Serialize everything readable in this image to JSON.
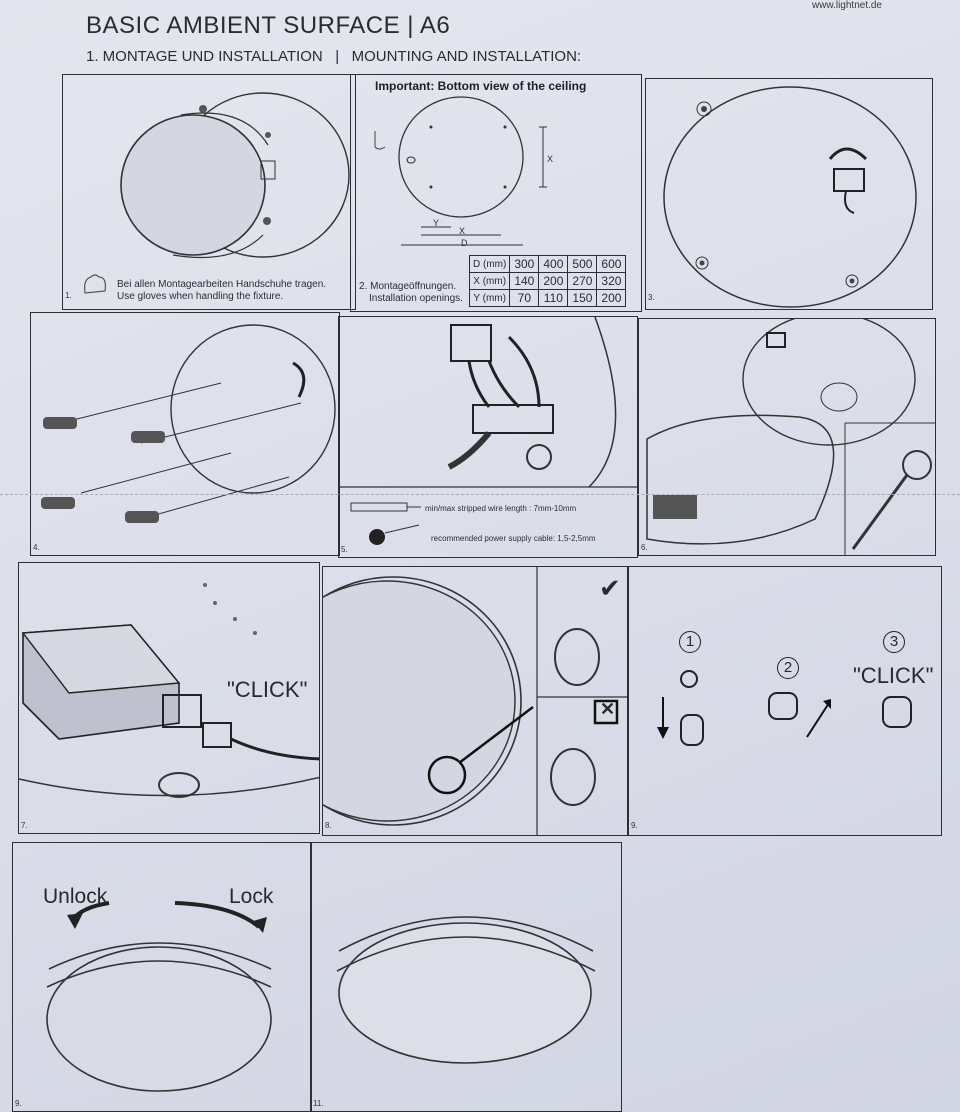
{
  "header": {
    "url": "www.lightnet.de",
    "title": "BASIC AMBIENT SURFACE | A6",
    "subtitle": "1. MONTAGE UND INSTALLATION   |   MOUNTING AND INSTALLATION:"
  },
  "panel1": {
    "number": "1.",
    "note_de": "Bei allen Montagearbeiten Handschuhe tragen.",
    "note_en": "Use gloves when handling the fixture."
  },
  "panel2": {
    "important": "Important: Bottom view of the ceiling",
    "label_de": "2. Montageöffnungen.",
    "label_en": "Installation openings.",
    "dim_letters": {
      "y": "Y",
      "x": "X",
      "d": "D"
    },
    "table": [
      [
        "D (mm)",
        "300",
        "400",
        "500",
        "600"
      ],
      [
        "X (mm)",
        "140",
        "200",
        "270",
        "320"
      ],
      [
        "Y (mm)",
        "70",
        "110",
        "150",
        "200"
      ]
    ]
  },
  "panel3": {
    "number": "3."
  },
  "panel4": {
    "number": "4."
  },
  "panel5": {
    "number": "5.",
    "wire_note": "min/max stripped wire length : 7mm-10mm",
    "cable_note": "recommended power supply cable: 1,5-2,5mm"
  },
  "panel6": {
    "number": "6."
  },
  "panel7": {
    "number": "7.",
    "click": "\"CLICK\""
  },
  "panel8": {
    "number": "8.",
    "check": "✔",
    "cross": "✕"
  },
  "panel9": {
    "number": "9.",
    "step1": "1",
    "step2": "2",
    "step3": "3",
    "click": "\"CLICK\""
  },
  "panel10": {
    "number": "9.",
    "unlock": "Unlock",
    "lock": "Lock"
  },
  "panel11": {
    "number": "11."
  }
}
